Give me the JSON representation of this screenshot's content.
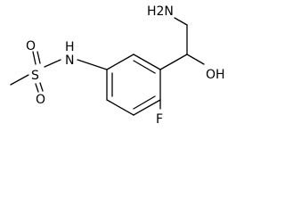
{
  "molecule": {
    "atom_labels": {
      "amine": "H2N",
      "hydroxyl": "OH",
      "sulfonamide_nh": "N",
      "sulfonamide_h": "H",
      "sulfur": "S",
      "oxygen_top": "O",
      "oxygen_bottom": "O",
      "fluorine": "F"
    },
    "colors": {
      "bond": "#000000",
      "label": "#000000",
      "background": "#ffffff"
    }
  }
}
